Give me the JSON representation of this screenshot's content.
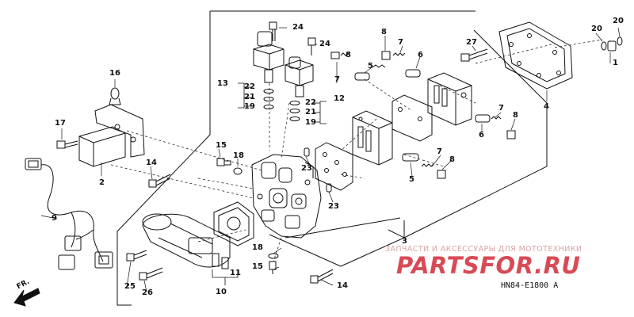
{
  "callouts": {
    "c1": "1",
    "c2": "2",
    "c3": "3",
    "c4": "4",
    "c5a": "5",
    "c5b": "5",
    "c6a": "6",
    "c6b": "6",
    "c7a": "7",
    "c7b": "7",
    "c7c": "7",
    "c7d": "7",
    "c8a": "8",
    "c8b": "8",
    "c8c": "8",
    "c8d": "8",
    "c9": "9",
    "c10": "10",
    "c11": "11",
    "c12": "12",
    "c13": "13",
    "c14a": "14",
    "c14b": "14",
    "c15a": "15",
    "c15b": "15",
    "c16": "16",
    "c17": "17",
    "c18a": "18",
    "c18b": "18",
    "c19a": "19",
    "c19b": "19",
    "c20a": "20",
    "c20b": "20",
    "c21a": "21",
    "c21b": "21",
    "c22a": "22",
    "c22b": "22",
    "c23a": "23",
    "c23b": "23",
    "c24a": "24",
    "c24b": "24",
    "c25": "25",
    "c26": "26",
    "c27": "27"
  },
  "direction_label": "FR.",
  "watermark": {
    "subtitle": "ЗАПЧАСТИ И АКСЕССУАРЫ ДЛЯ МОТОТЕХНИКИ",
    "brand": "PARTSFOR.RU",
    "brand_color": "#d84a55"
  },
  "diagram_code": "HN84-E1800 A"
}
